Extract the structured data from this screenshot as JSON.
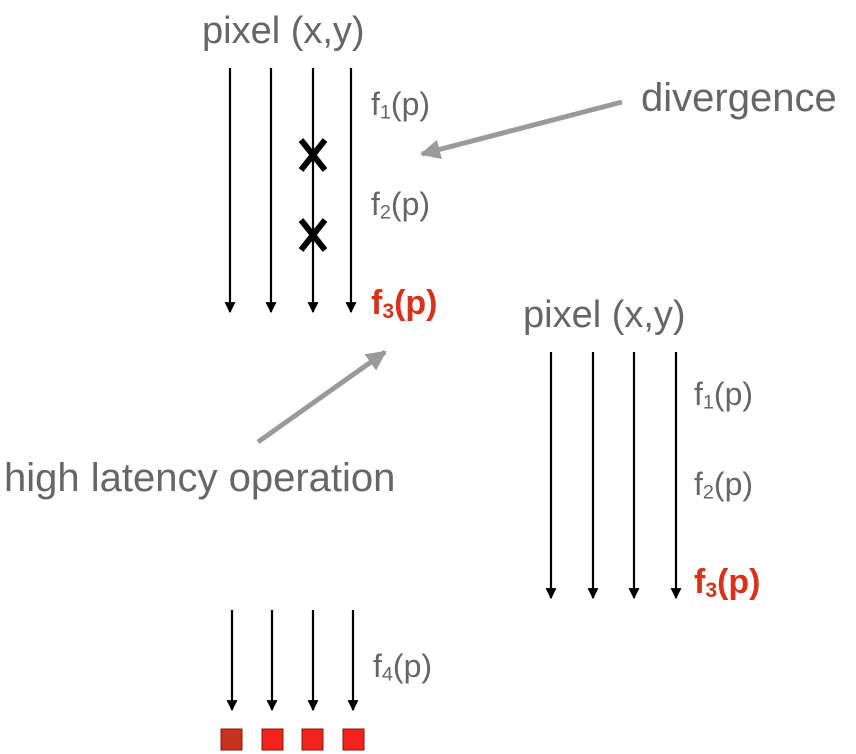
{
  "colors": {
    "text": "#666666",
    "arrow": "#000000",
    "annotation_arrow": "#9a9a9a",
    "highlight": "#d7321c",
    "square_dark": "#c8311d",
    "square_bright": "#f2231c"
  },
  "icons": {
    "masked_thread": "x-mark",
    "output_pixel": "red-square"
  },
  "diverged_group": {
    "title": "pixel (x,y)",
    "f1": {
      "name": "f",
      "sub": "1",
      "arg": "(p)"
    },
    "f2": {
      "name": "f",
      "sub": "2",
      "arg": "(p)"
    },
    "f3": {
      "name": "f",
      "sub": "3",
      "arg": "(p)"
    }
  },
  "coherent_group": {
    "title": "pixel (x,y)",
    "f1": {
      "name": "f",
      "sub": "1",
      "arg": "(p)"
    },
    "f2": {
      "name": "f",
      "sub": "2",
      "arg": "(p)"
    },
    "f3": {
      "name": "f",
      "sub": "3",
      "arg": "(p)"
    }
  },
  "final_group": {
    "f4": {
      "name": "f",
      "sub": "4",
      "arg": "(p)"
    }
  },
  "annotations": {
    "divergence": "divergence",
    "latency": "high latency operation"
  }
}
